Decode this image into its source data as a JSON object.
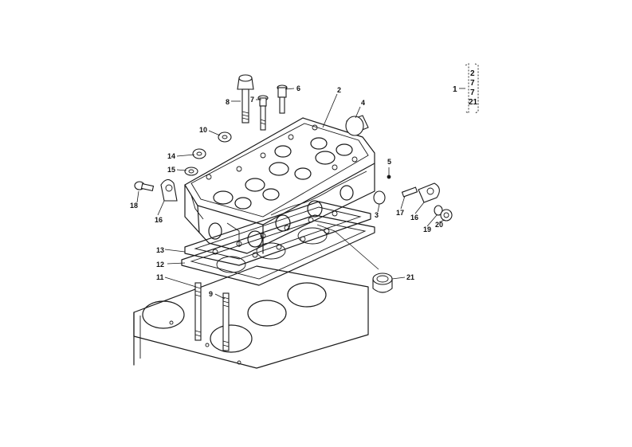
{
  "diagram": {
    "callouts": {
      "c1": "1",
      "c2": "2",
      "c3": "3",
      "c4": "4",
      "c5": "5",
      "c6": "6",
      "c7": "7",
      "c8": "8",
      "c9": "9",
      "c10": "10",
      "c11": "11",
      "c12": "12",
      "c13": "13",
      "c14": "14",
      "c15": "15",
      "c16a": "16",
      "c16b": "16",
      "c17": "17",
      "c18": "18",
      "c19": "19",
      "c20": "20",
      "c21": "21"
    },
    "legend": {
      "parent": "1",
      "items": [
        "2",
        "7",
        "7",
        "21"
      ]
    }
  }
}
